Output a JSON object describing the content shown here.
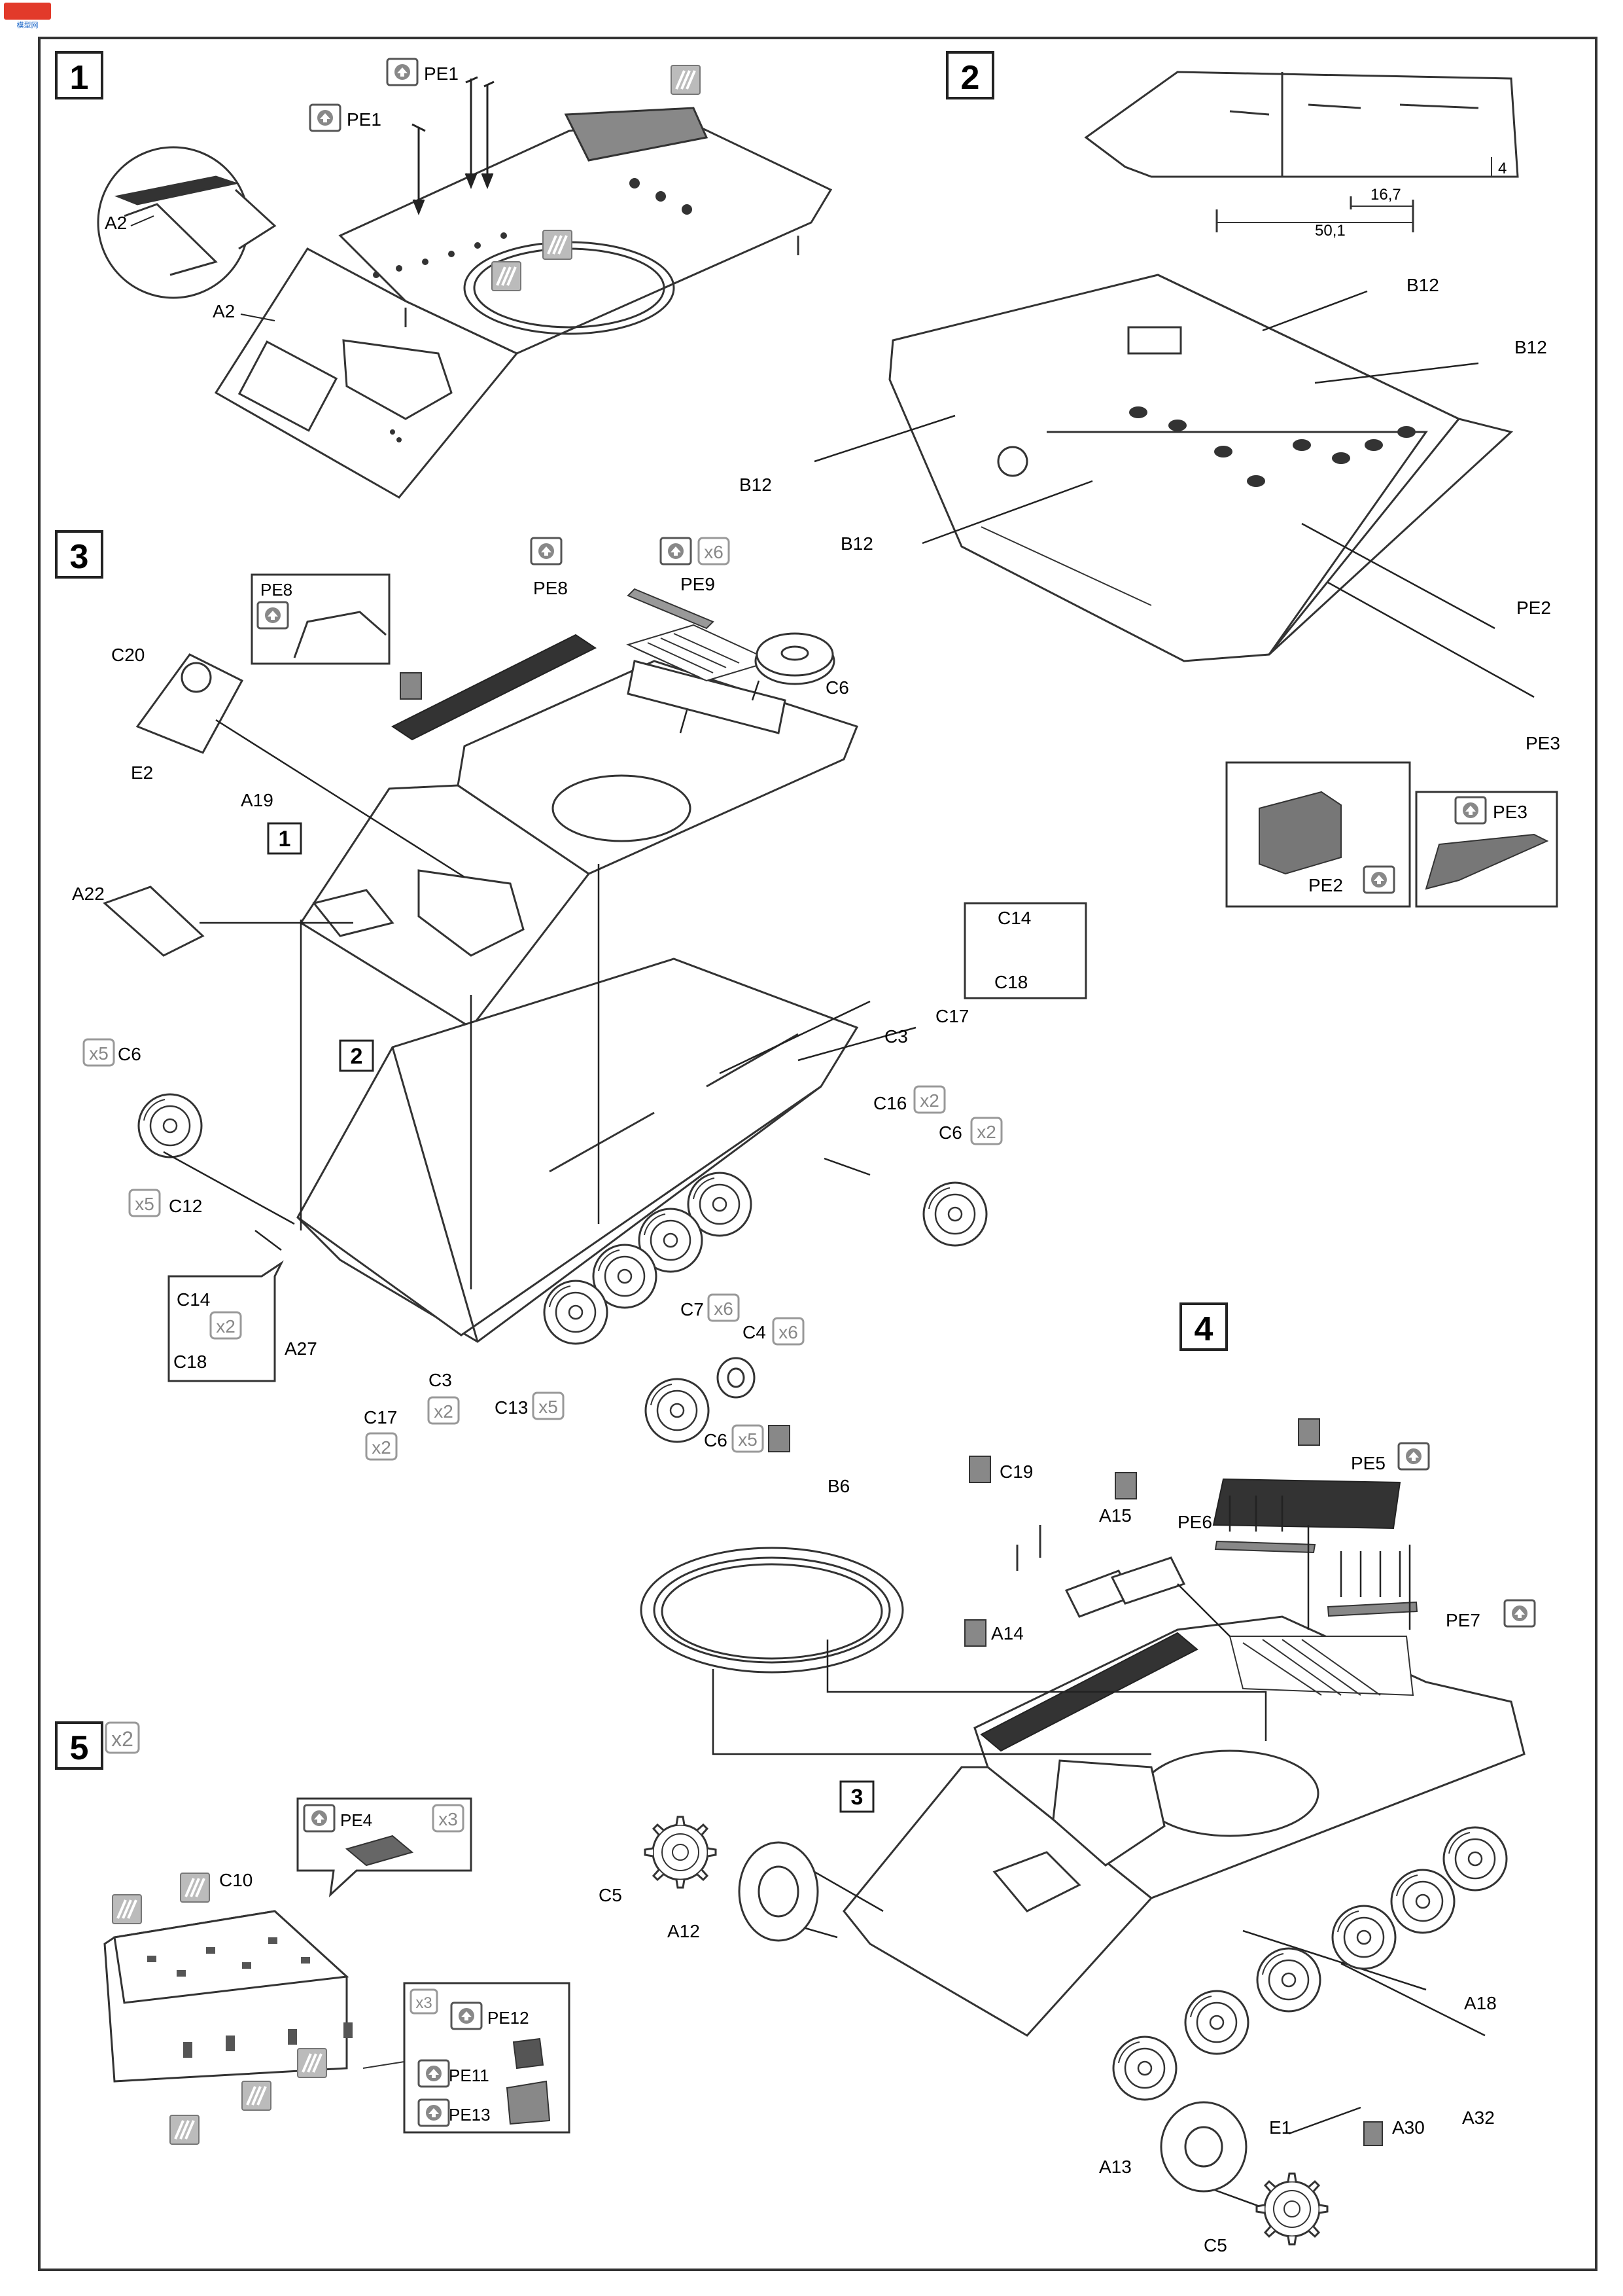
{
  "logo": {
    "text": "模型网",
    "color": "#e23a2a"
  },
  "steps": [
    {
      "num": "1",
      "mult": ""
    },
    {
      "num": "2",
      "mult": ""
    },
    {
      "num": "3",
      "mult": ""
    },
    {
      "num": "4",
      "mult": ""
    },
    {
      "num": "5",
      "mult": "x2"
    }
  ],
  "subassembly_refs": [
    "1",
    "2",
    "3"
  ],
  "dims": {
    "d1": "50,1",
    "d2": "16,7",
    "d3": "4"
  },
  "labels": {
    "pe1a": "PE1",
    "pe1b": "PE1",
    "a2a": "A2",
    "a2b": "A2",
    "b12a": "B12",
    "b12b": "B12",
    "b12c": "B12",
    "b12d": "B12",
    "pe2": "PE2",
    "pe3": "PE3",
    "pe2i": "PE2",
    "pe3i": "PE3",
    "pe8i": "PE8",
    "pe8": "PE8",
    "pe9": "PE9",
    "c6a": "C6",
    "c20": "C20",
    "e2": "E2",
    "a19": "A19",
    "a22": "A22",
    "c14a": "C14",
    "c18a": "C18",
    "c17a": "C17",
    "c3a": "C3",
    "c6b": "C6",
    "c12": "C12",
    "c16": "C16",
    "c6c": "C6",
    "c14b": "C14",
    "c18b": "C18",
    "a27": "A27",
    "c3b": "C3",
    "c17b": "C17",
    "c7": "C7",
    "c4": "C4",
    "c13": "C13",
    "c6d": "C6",
    "b6": "B6",
    "c19": "C19",
    "a15": "A15",
    "a14": "A14",
    "pe5": "PE5",
    "pe6": "PE6",
    "pe7": "PE7",
    "c5a": "C5",
    "a12": "A12",
    "a18": "A18",
    "e1": "E1",
    "a30": "A30",
    "a32": "A32",
    "a13": "A13",
    "c5b": "C5",
    "c10": "C10",
    "pe4": "PE4",
    "pe12": "PE12",
    "pe11": "PE11",
    "pe13": "PE13"
  },
  "multipliers": {
    "m_pe9": "x6",
    "m_c6b": "x5",
    "m_c12": "x5",
    "m_c16": "x2",
    "m_c6c": "x2",
    "m_c18b": "x2",
    "m_c3b": "x2",
    "m_c17b": "x2",
    "m_c7": "x6",
    "m_c4": "x6",
    "m_c13": "x5",
    "m_c6d": "x5",
    "m_pe4": "x3",
    "m_pe12": "x3"
  },
  "colors": {
    "line": "#333333",
    "fill": "#ffffff",
    "pe_fill": "#777777",
    "badge": "#888888"
  },
  "icons": [
    "etch-part-icon",
    "paint-glue-icon",
    "step-reference-badge"
  ]
}
